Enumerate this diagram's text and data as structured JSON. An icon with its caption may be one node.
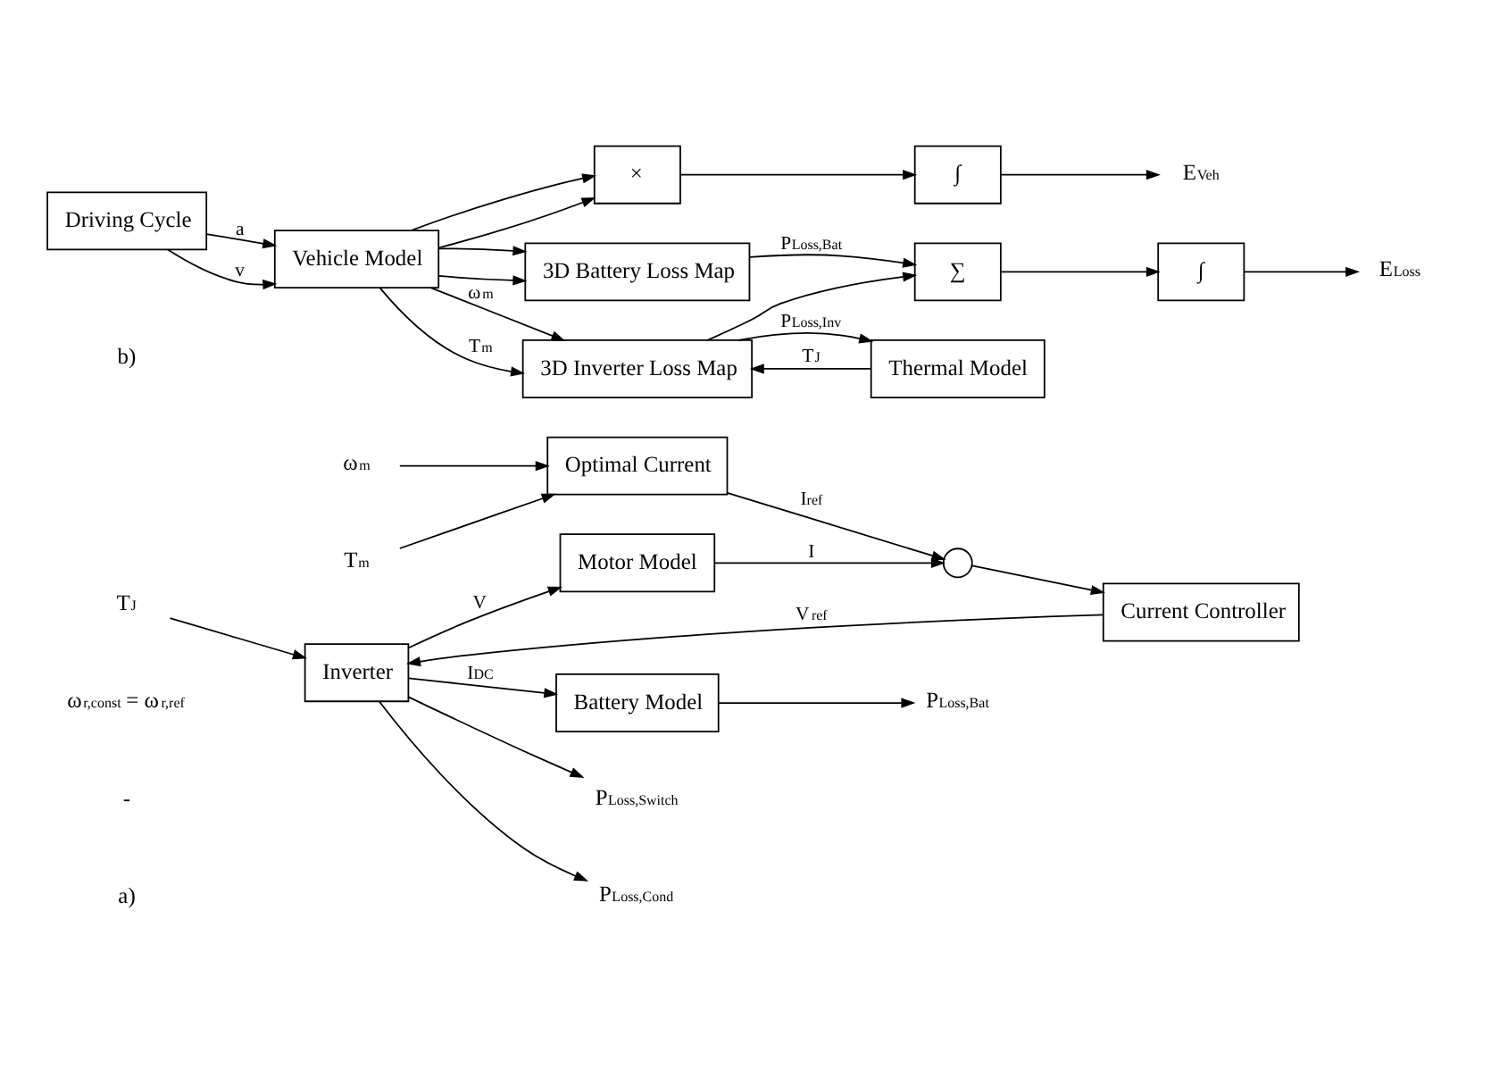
{
  "diagram": {
    "nodes": [
      {
        "text": [
          "T$_{J}$"
        ]
      },
      {
        "text": [
          "T$_{m}$"
        ]
      },
      {
        "text": [
          "ω$_{m}$"
        ]
      },
      {
        "text": [
          "Optimal Current"
        ]
      },
      {
        "text": [],
        "shape": "circle"
      },
      {
        "text": [
          "Current Controller"
        ]
      },
      {
        "text": [
          "Inverter"
        ]
      },
      {
        "text": [
          "Motor Model"
        ]
      },
      {
        "text": [
          "Battery Model"
        ]
      },
      {
        "text": [
          "P$_{Loss,Cond}$"
        ]
      },
      {
        "text": [
          "P$_{Loss,Switch}$"
        ]
      },
      {
        "text": [
          "P$_{Loss,Bat}$"
        ]
      },
      {
        "text": [
          "Driving Cycle"
        ]
      },
      {
        "text": [
          "Vehicle Model"
        ]
      },
      {
        "text": [
          "3D Inverter Loss Map"
        ]
      },
      {
        "text": [
          "Thermal Model"
        ]
      },
      {
        "text": [
          "3D Battery Loss Map"
        ]
      },
      {
        "text": [
          "∑"
        ]
      },
      {
        "text": [
          "∫"
        ]
      },
      {
        "text": [
          "E$_{Loss}$"
        ]
      },
      {
        "text": [
          "×"
        ]
      },
      {
        "text": [
          "∫"
        ]
      },
      {
        "text": [
          "E$_{Veh}$"
        ]
      }
    ],
    "edges": [
      {
        "from": 0,
        "to": 6,
        "arrow": "to"
      },
      {
        "from": 1,
        "to": 3,
        "arrow": "to"
      },
      {
        "from": 2,
        "to": 3,
        "arrow": "to"
      },
      {
        "from": 3,
        "to": 4,
        "arrow": "to",
        "label": "I$_{ref}$"
      },
      {
        "from": 4,
        "to": 5,
        "arrow": "to"
      },
      {
        "from": 5,
        "to": 6,
        "arrow": "to",
        "label": "V$_{ref}$"
      },
      {
        "from": 6,
        "to": 9,
        "arrow": "to"
      },
      {
        "from": 6,
        "to": 10,
        "arrow": "to"
      },
      {
        "from": 6,
        "to": 7,
        "arrow": "to",
        "label": "V"
      },
      {
        "from": 6,
        "to": 8,
        "arrow": "to",
        "label": "I$_{DC}$"
      },
      {
        "from": 7,
        "to": 4,
        "arrow": "to",
        "label": "I"
      },
      {
        "from": 8,
        "to": 11,
        "arrow": "to"
      },
      {
        "from": 12,
        "to": 13,
        "arrow": "to",
        "label": "v"
      },
      {
        "from": 12,
        "to": 13,
        "arrow": "to",
        "label": "a"
      },
      {
        "from": 13,
        "to": 14,
        "arrow": "to",
        "label": "T$_{m}$"
      },
      {
        "from": 13,
        "to": 14,
        "arrow": "to",
        "label": "ω$_{m}$"
      },
      {
        "from": 13,
        "to": 16,
        "arrow": "to"
      },
      {
        "from": 13,
        "to": 16,
        "arrow": "to"
      },
      {
        "from": 13,
        "to": 20,
        "arrow": "to"
      },
      {
        "from": 13,
        "to": 20,
        "arrow": "to"
      },
      {
        "from": 14,
        "to": 15,
        "arrow": "to",
        "label": "P$_{Loss,Inv}$"
      },
      {
        "from": 14,
        "to": 17,
        "arrow": "to"
      },
      {
        "from": 15,
        "to": 14,
        "arrow": "to",
        "label": "T$_{J}$"
      },
      {
        "from": 16,
        "to": 17,
        "arrow": "to",
        "label": "P$_{Loss,Bat}$"
      },
      {
        "from": 17,
        "to": 18,
        "arrow": "to"
      },
      {
        "from": 18,
        "to": 19,
        "arrow": "to"
      },
      {
        "from": 20,
        "to": 21,
        "arrow": "to"
      },
      {
        "from": 21,
        "to": 22,
        "arrow": "to"
      }
    ],
    "labels": [
      "ω$_{r,const}$ = ω$_{r,ref}$",
      "-",
      "a)",
      "b)"
    ]
  }
}
